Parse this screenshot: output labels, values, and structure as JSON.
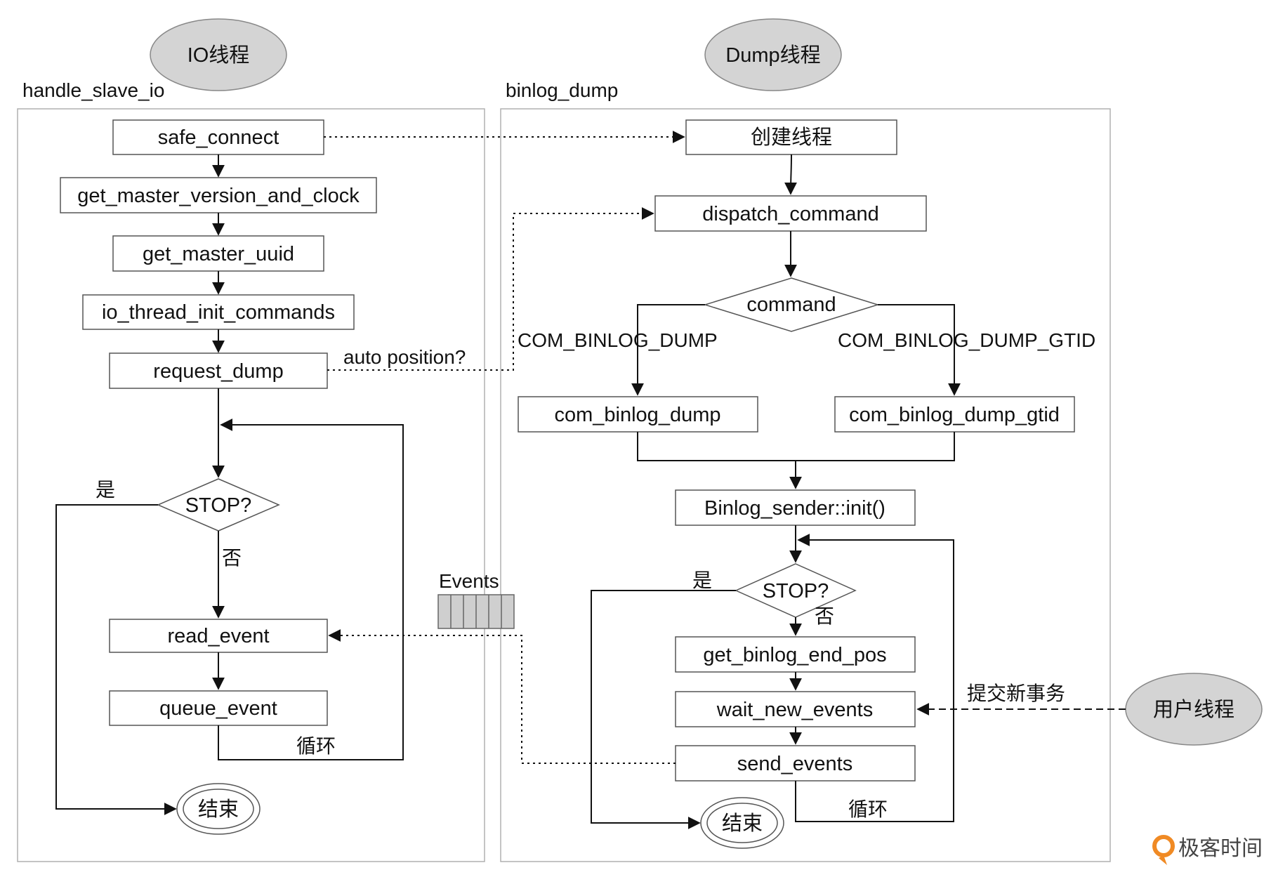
{
  "threads": {
    "io": "IO线程",
    "dump": "Dump线程",
    "user": "用户线程"
  },
  "panels": {
    "left_title": "handle_slave_io",
    "right_title": "binlog_dump"
  },
  "left_nodes": {
    "safe_connect": "safe_connect",
    "get_master_version": "get_master_version_and_clock",
    "get_master_uuid": "get_master_uuid",
    "io_thread_init": "io_thread_init_commands",
    "request_dump": "request_dump",
    "stop": "STOP?",
    "read_event": "read_event",
    "queue_event": "queue_event",
    "end": "结束"
  },
  "right_nodes": {
    "create_thread": "创建线程",
    "dispatch_command": "dispatch_command",
    "command": "command",
    "com_binlog_dump": "com_binlog_dump",
    "com_binlog_dump_gtid": "com_binlog_dump_gtid",
    "binlog_sender_init": "Binlog_sender::init()",
    "stop": "STOP?",
    "get_binlog_end_pos": "get_binlog_end_pos",
    "wait_new_events": "wait_new_events",
    "send_events": "send_events",
    "end": "结束"
  },
  "labels": {
    "auto_position": "auto position?",
    "com_binlog_dump_branch": "COM_BINLOG_DUMP",
    "com_binlog_dump_gtid_branch": "COM_BINLOG_DUMP_GTID",
    "yes_left": "是",
    "no_left": "否",
    "loop_left": "循环",
    "yes_right": "是",
    "no_right": "否",
    "loop_right": "循环",
    "events": "Events",
    "commit_new_tx": "提交新事务"
  },
  "brand": {
    "name": "极客时间"
  },
  "colors": {
    "thread_fill": "#d4d4d4",
    "line": "#111111",
    "box_stroke": "#555555",
    "panel_stroke": "#b0b0b0",
    "brand_orange": "#f08a24"
  }
}
